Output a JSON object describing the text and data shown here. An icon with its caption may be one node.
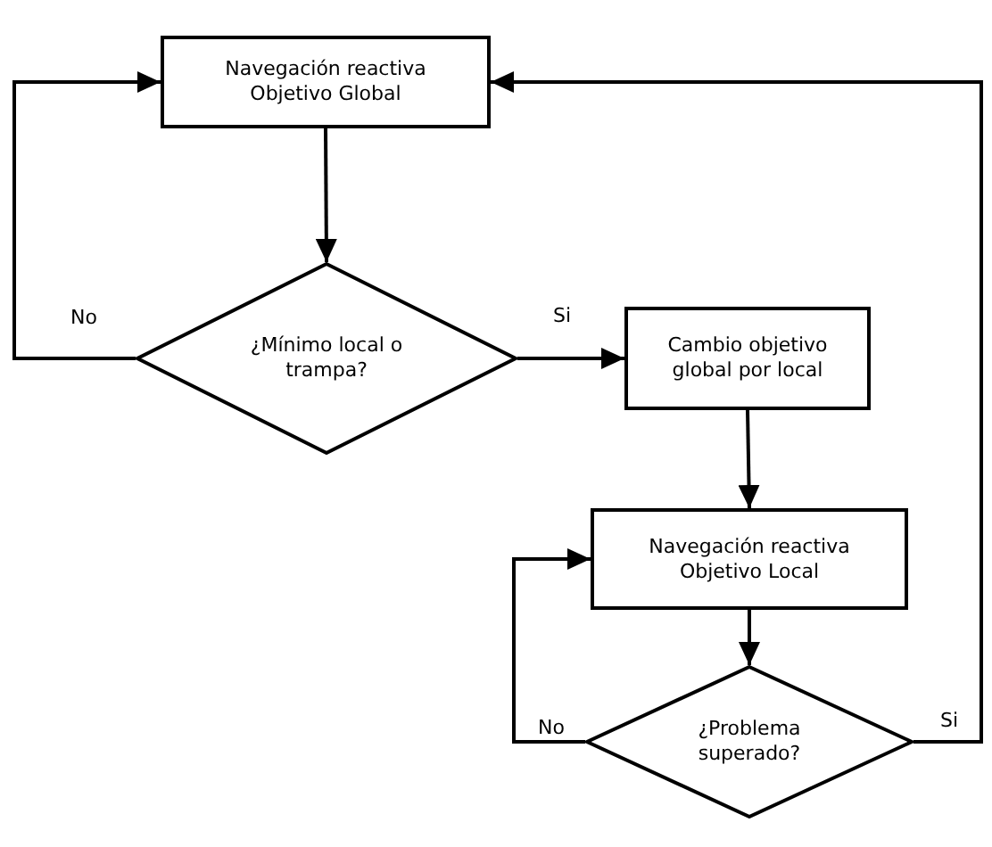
{
  "diagram": {
    "nodes": [
      {
        "text": [
          "Navegación reactiva Objetivo Global"
        ]
      },
      {
        "text": [
          "¿Mínimo local o trampa?"
        ]
      },
      {
        "text": [
          "Cambio objetivo global por local"
        ]
      },
      {
        "text": [
          "Navegación reactiva Objetivo Local"
        ]
      },
      {
        "text": [
          "¿Problema superado?"
        ]
      }
    ],
    "edges": [
      {
        "from": 0,
        "to": 1,
        "arrow": "to"
      },
      {
        "from": 1,
        "to": 0,
        "arrow": "to",
        "label": "No"
      },
      {
        "from": 1,
        "to": 2,
        "arrow": "to",
        "label": "Si"
      },
      {
        "from": 2,
        "to": 3,
        "arrow": "to"
      },
      {
        "from": 3,
        "to": 4,
        "arrow": "to"
      },
      {
        "from": 4,
        "to": 3,
        "arrow": "to",
        "label": "No"
      },
      {
        "from": 4,
        "to": 0,
        "arrow": "to",
        "label": "Si"
      }
    ]
  }
}
